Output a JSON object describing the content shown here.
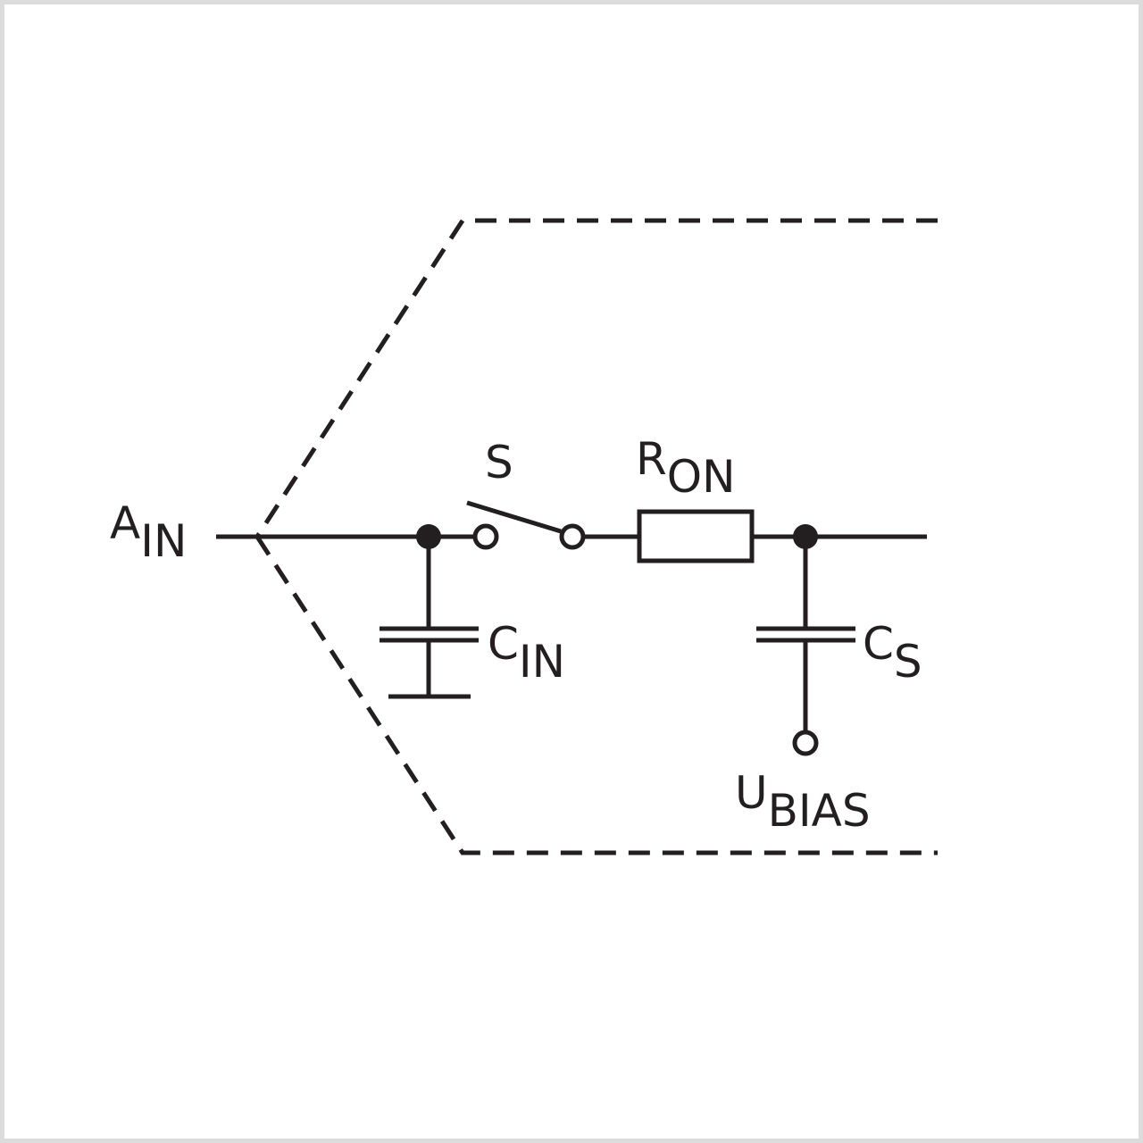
{
  "diagram": {
    "colors": {
      "stroke": "#231f20",
      "background": "#ffffff",
      "border": "#dcdcdc"
    },
    "labels": {
      "input": {
        "main": "A",
        "sub": "IN"
      },
      "switch": {
        "main": "S"
      },
      "resistor": {
        "main": "R",
        "sub": "ON"
      },
      "input_capacitor": {
        "main": "C",
        "sub": "IN"
      },
      "sampling_capacitor": {
        "main": "C",
        "sub": "S"
      },
      "bias": {
        "main": "U",
        "sub": "BIAS"
      }
    }
  }
}
